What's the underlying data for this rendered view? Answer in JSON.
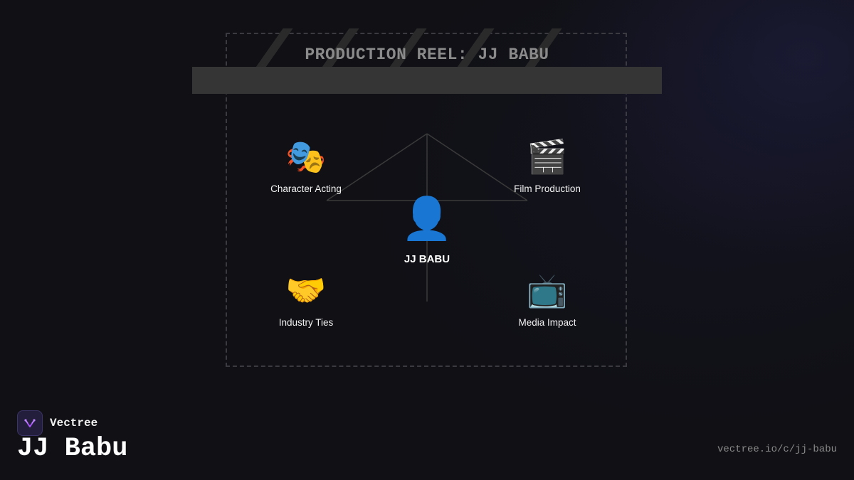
{
  "diagram": {
    "title": "PRODUCTION REEL: JJ BABU",
    "center": {
      "icon": "👤",
      "icon_name": "person-silhouette-icon",
      "label": "JJ BABU"
    },
    "nodes": [
      {
        "icon": "🎭",
        "icon_name": "theater-masks-icon",
        "label": "Character Acting"
      },
      {
        "icon": "🎬",
        "icon_name": "clapperboard-icon",
        "label": "Film Production"
      },
      {
        "icon": "🤝",
        "icon_name": "handshake-icon",
        "label": "Industry Ties"
      },
      {
        "icon": "📺",
        "icon_name": "television-icon",
        "label": "Media Impact"
      }
    ]
  },
  "footer": {
    "brand_name": "Vectree",
    "page_title": "JJ Babu",
    "url": "vectree.io/c/jj-babu"
  },
  "colors": {
    "background": "#101015",
    "frame_border": "#3a3a40",
    "clapper_bar": "#353535",
    "brand_accent": "#a855f7"
  }
}
